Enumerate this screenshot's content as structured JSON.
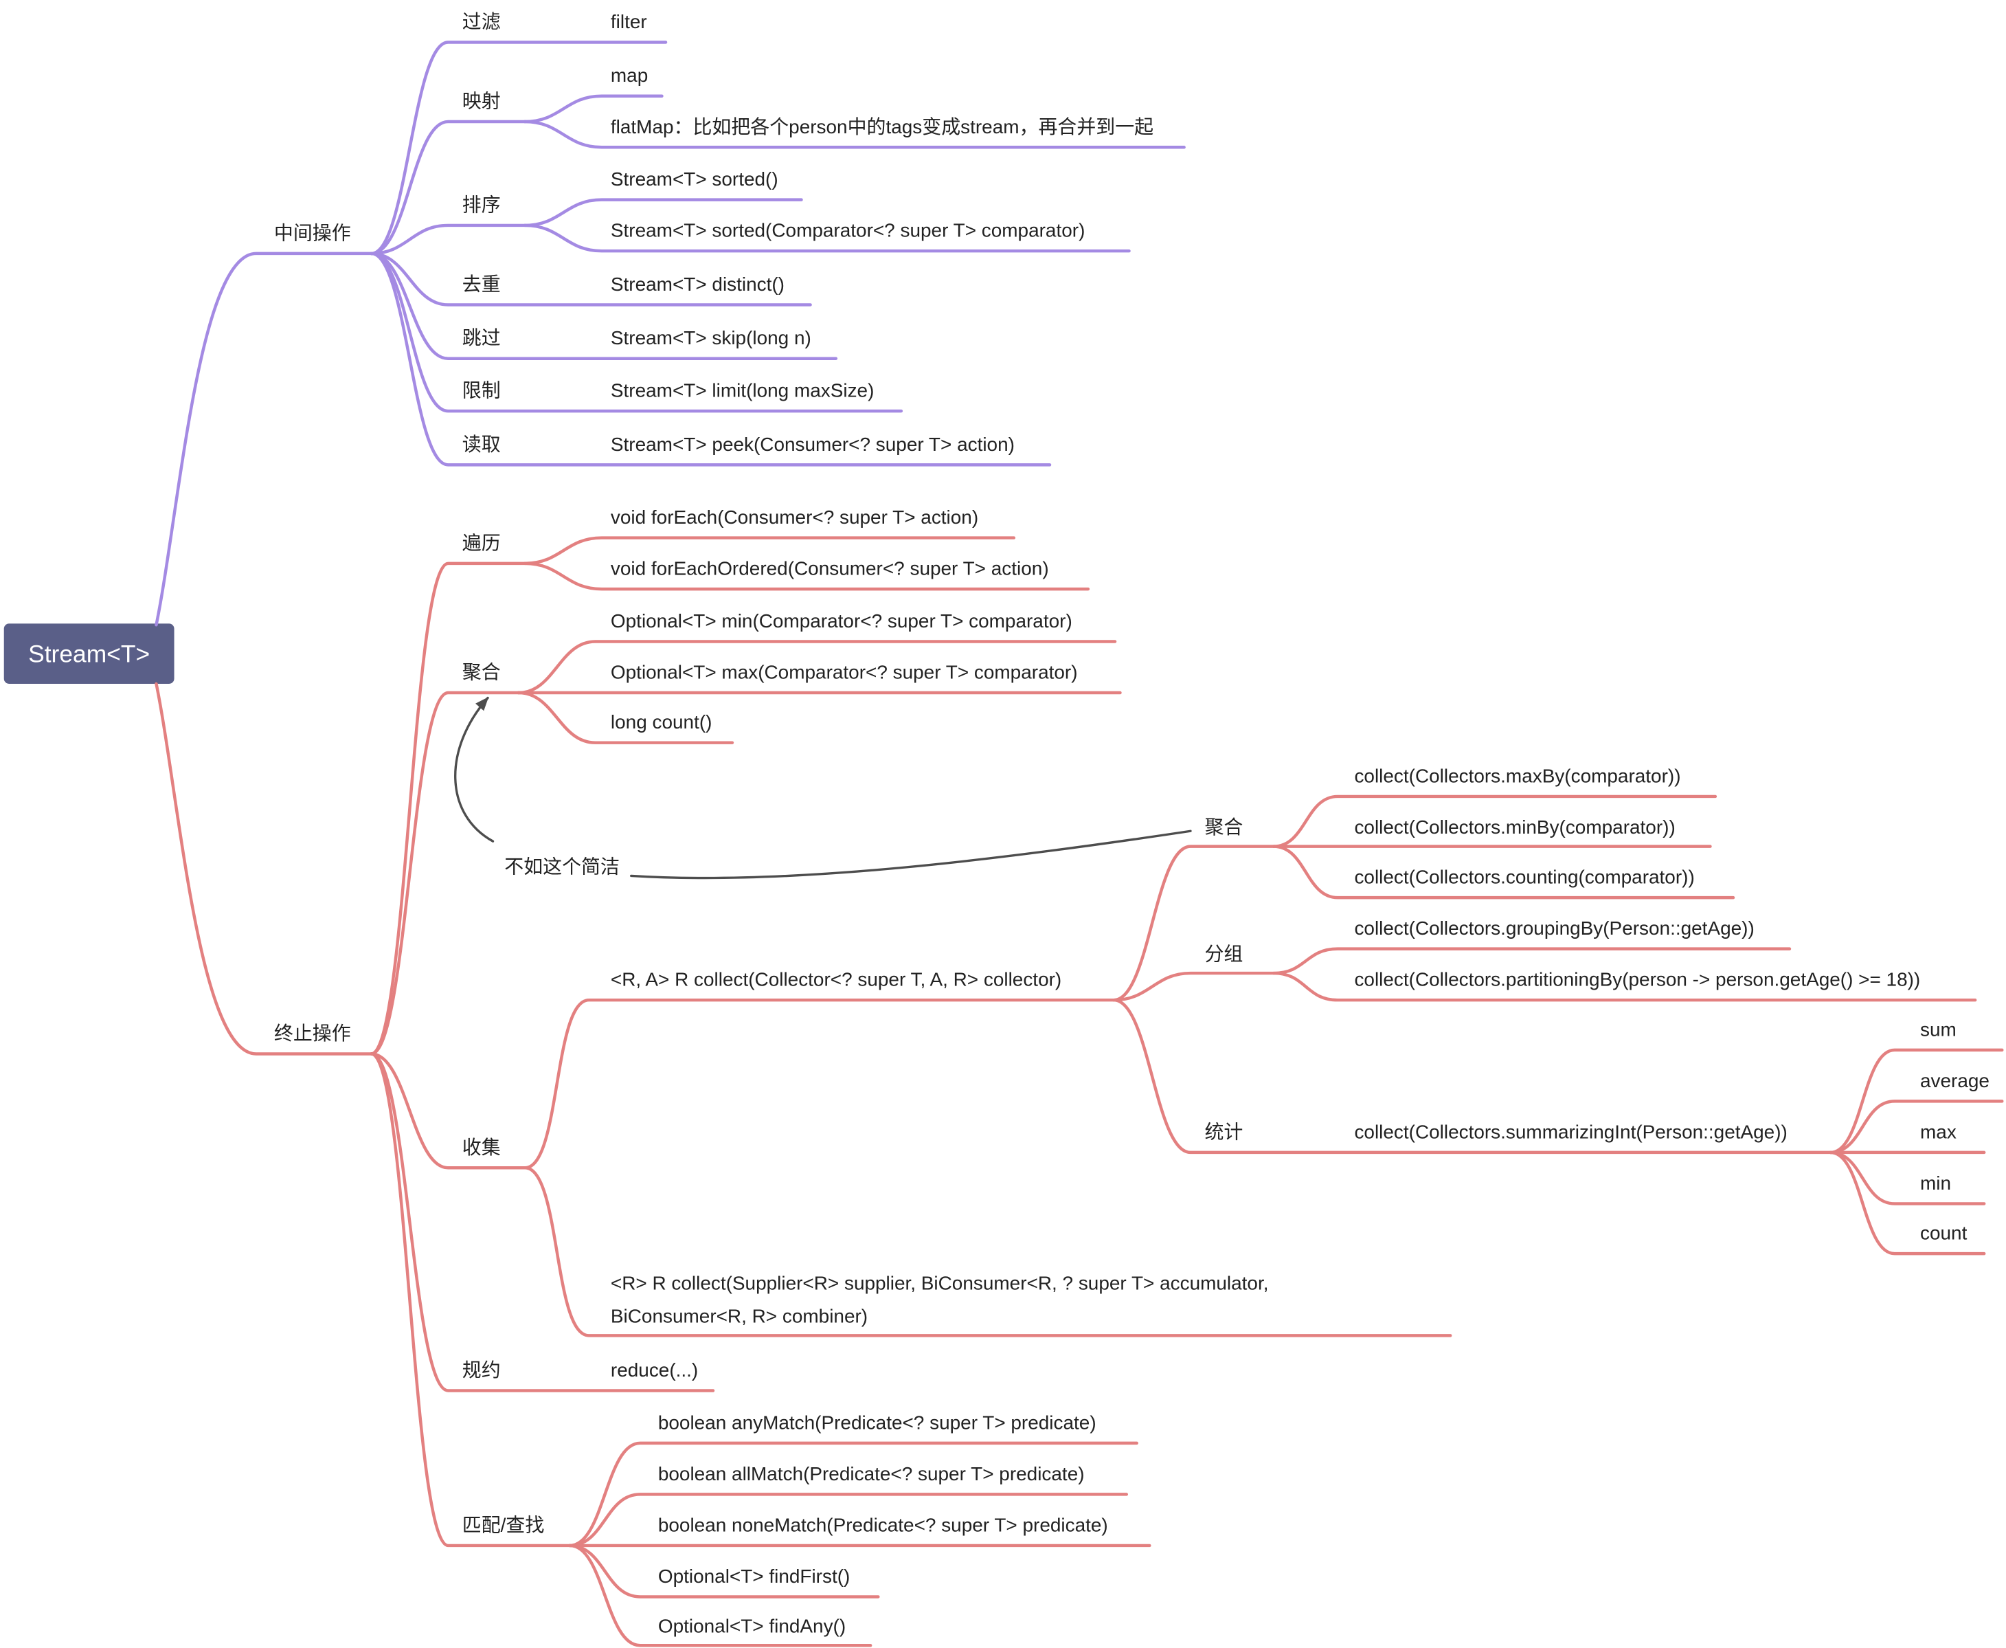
{
  "diagram": {
    "colors": {
      "intermediate_branch": "#a48ae3",
      "terminal_branch": "#e38080",
      "root_fill": "#5a5f88",
      "root_text": "#ffffff",
      "label_text": "#222222",
      "annotation_line": "#4d4d4d",
      "background": "#ffffff"
    },
    "root": {
      "label": "Stream<T>"
    },
    "intermediate": {
      "label": "中间操作",
      "children": [
        {
          "label": "过滤",
          "items": [
            "filter"
          ]
        },
        {
          "label": "映射",
          "items": [
            "map",
            "flatMap：比如把各个person中的tags变成stream，再合并到一起"
          ]
        },
        {
          "label": "排序",
          "items": [
            "Stream<T> sorted()",
            "Stream<T> sorted(Comparator<? super T> comparator)"
          ]
        },
        {
          "label": "去重",
          "items": [
            "Stream<T> distinct()"
          ]
        },
        {
          "label": "跳过",
          "items": [
            "Stream<T> skip(long n)"
          ]
        },
        {
          "label": "限制",
          "items": [
            "Stream<T> limit(long maxSize)"
          ]
        },
        {
          "label": "读取",
          "items": [
            "Stream<T> peek(Consumer<? super T> action)"
          ]
        }
      ]
    },
    "terminal": {
      "label": "终止操作",
      "children": [
        {
          "label": "遍历",
          "items": [
            "void forEach(Consumer<? super T> action)",
            "void forEachOrdered(Consumer<? super T> action)"
          ]
        },
        {
          "label": "聚合",
          "items": [
            "Optional<T> min(Comparator<? super T> comparator)",
            "Optional<T> max(Comparator<? super T> comparator)",
            "long count()"
          ]
        },
        {
          "label": "收集",
          "with_collector": {
            "signature": "<R, A> R collect(Collector<? super T, A, R> collector)",
            "groups": [
              {
                "label": "聚合",
                "items": [
                  "collect(Collectors.maxBy(comparator))",
                  "collect(Collectors.minBy(comparator))",
                  "collect(Collectors.counting(comparator))"
                ]
              },
              {
                "label": "分组",
                "items": [
                  "collect(Collectors.groupingBy(Person::getAge))",
                  "collect(Collectors.partitioningBy(person -> person.getAge() >= 18))"
                ]
              },
              {
                "label": "统计",
                "items": [
                  "collect(Collectors.summarizingInt(Person::getAge))"
                ],
                "fields": [
                  "sum",
                  "average",
                  "max",
                  "min",
                  "count"
                ]
              }
            ]
          },
          "with_supplier": {
            "signature_lines": [
              "<R> R collect(Supplier<R> supplier, BiConsumer<R, ? super T> accumulator,",
              "BiConsumer<R, R> combiner)"
            ]
          }
        },
        {
          "label": "规约",
          "items": [
            "reduce(...)"
          ]
        },
        {
          "label": "匹配/查找",
          "items": [
            "boolean anyMatch(Predicate<? super T> predicate)",
            "boolean allMatch(Predicate<? super T> predicate)",
            "boolean noneMatch(Predicate<? super T> predicate)",
            "Optional<T> findFirst()",
            "Optional<T> findAny()"
          ]
        }
      ]
    },
    "annotation": {
      "label": "不如这个简洁"
    }
  }
}
